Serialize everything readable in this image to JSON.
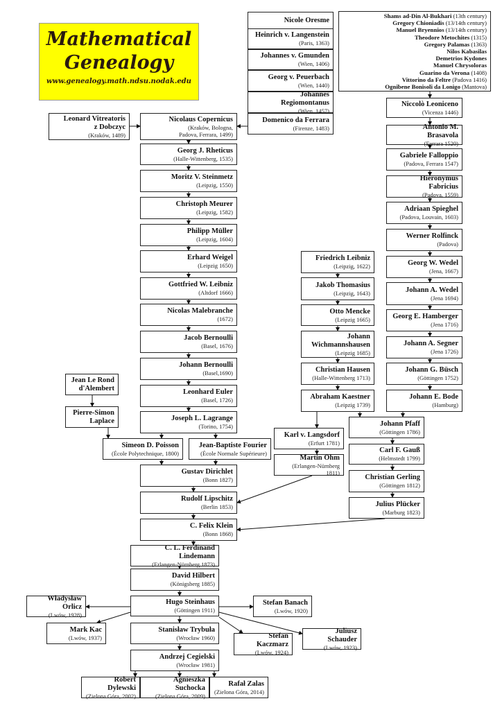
{
  "logo": {
    "line1": "Mathematical",
    "line2": "Genealogy",
    "url": "www.genealogy.math.ndsu.nodak.edu"
  },
  "byzantine": [
    {
      "name": "Shams ad-Din Al-Bukhari",
      "note": "(13th century)"
    },
    {
      "name": "Gregory Chioniadis",
      "note": "(13/14th century)"
    },
    {
      "name": "Manuel Bryennios",
      "note": "(13/14th century)"
    },
    {
      "name": "Theodore Metochites",
      "note": "(1315)"
    },
    {
      "name": "Gregory Palamas",
      "note": "(1363)"
    },
    {
      "name": "Nilos Kabasilas",
      "note": ""
    },
    {
      "name": "Demetrios Kydones",
      "note": ""
    },
    {
      "name": "Manuel Chrysoloras",
      "note": ""
    },
    {
      "name": "Guarino da Verona",
      "note": "(1408)"
    },
    {
      "name": "Vittorino da Feltre",
      "note": "(Padova 1416)"
    },
    {
      "name": "Ognibene Bonisoli da Lonigo",
      "note": "(Mantova)"
    }
  ],
  "nodes": [
    {
      "id": "oresme",
      "name": "Nicole Oresme",
      "detail": ""
    },
    {
      "id": "langenstein",
      "name": "Heinrich v. Langenstein",
      "detail": "(Paris, 1363)"
    },
    {
      "id": "gmunden",
      "name": "Johannes v. Gmunden",
      "detail": "(Wien, 1406)"
    },
    {
      "id": "peuerbach",
      "name": "Georg v. Peuerbach",
      "detail": "(Wien, 1440)"
    },
    {
      "id": "regiomontanus",
      "name": "Johannes  Regiomontanus",
      "detail": "(Wien, 1457)"
    },
    {
      "id": "ferrara",
      "name": "Domenico da Ferrara",
      "detail": "(Firenze,  1483)"
    },
    {
      "id": "leoniceno",
      "name": "Niccolò Leoniceno",
      "detail": "(Vicenza 1446)"
    },
    {
      "id": "brasavola",
      "name": "Antonio M. Brasavola",
      "detail": "(Ferrara 1520)"
    },
    {
      "id": "falloppio",
      "name": "Gabriele Falloppio",
      "detail": "(Padova, Ferrara 1547)"
    },
    {
      "id": "fabricius",
      "name": "Hieronymus  Fabricius",
      "detail": "(Padova, 1559)"
    },
    {
      "id": "spieghel",
      "name": "Adriaan Spieghel",
      "detail": "(Padova, Louvain, 1603)"
    },
    {
      "id": "rolfinck",
      "name": "Werner Rolfinck",
      "detail": "(Padova)"
    },
    {
      "id": "gwedel",
      "name": "Georg W. Wedel",
      "detail": "(Jena, 1667)"
    },
    {
      "id": "jwedel",
      "name": "Johann A. Wedel",
      "detail": "(Jena 1694)"
    },
    {
      "id": "hamberger",
      "name": "Georg E. Hamberger",
      "detail": "(Jena 1716)"
    },
    {
      "id": "segner",
      "name": "Johann A. Segner",
      "detail": "(Jena 1726)"
    },
    {
      "id": "busch",
      "name": "Johann G. Büsch",
      "detail": "(Göttingen 1752)"
    },
    {
      "id": "bode",
      "name": "Johann E. Bode",
      "detail": "(Hamburg)"
    },
    {
      "id": "fleibniz",
      "name": "Friedrich Leibniz",
      "detail": "(Leipzig, 1622)"
    },
    {
      "id": "thomasius",
      "name": "Jakob Thomasius",
      "detail": "(Leipzig, 1643)"
    },
    {
      "id": "mencke",
      "name": "Otto Mencke",
      "detail": "(Leipzig 1665)"
    },
    {
      "id": "wichmannshausen",
      "name": "Johann\nWichmannshausen",
      "detail": "(Leipzig 1685)"
    },
    {
      "id": "hausen",
      "name": "Christian Hausen",
      "detail": "(Halle-Wittenberg 1713)"
    },
    {
      "id": "kaestner",
      "name": "Abraham Kaestner",
      "detail": "(Leipzig 1739)"
    },
    {
      "id": "vitreatoris",
      "name": "Leonard Vitreatoris\nz Dobczyc",
      "detail": "(Kraków, 1489)"
    },
    {
      "id": "copernicus",
      "name": "Nicolaus Copernicus",
      "detail": "(Kraków, Bologna,\nPadova,  Ferrara, 1499)"
    },
    {
      "id": "rheticus",
      "name": "Georg J. Rheticus",
      "detail": "(Halle-Wittenberg, 1535)"
    },
    {
      "id": "steinmetz",
      "name": "Moritz V. Steinmetz",
      "detail": "(Leipzig, 1550)"
    },
    {
      "id": "meurer",
      "name": "Christoph Meurer",
      "detail": "(Leipzig, 1582)"
    },
    {
      "id": "muller",
      "name": "Philipp Müller",
      "detail": "(Leipzig, 1604)"
    },
    {
      "id": "weigel",
      "name": "Erhard Weigel",
      "detail": "(Leipzig 1650)"
    },
    {
      "id": "gleibniz",
      "name": "Gottfried W. Leibniz",
      "detail": "(Altdorf 1666)"
    },
    {
      "id": "malebranche",
      "name": "Nicolas Malebranche",
      "detail": "(1672)"
    },
    {
      "id": "jacobb",
      "name": "Jacob Bernoulli",
      "detail": "(Basel, 1676)"
    },
    {
      "id": "johannb",
      "name": "Johann Bernoulli",
      "detail": "(Basel,1690)"
    },
    {
      "id": "euler",
      "name": "Leonhard Euler",
      "detail": "(Basel, 1726)"
    },
    {
      "id": "lagrange",
      "name": "Joseph L. Lagrange",
      "detail": "(Torino, 1754)"
    },
    {
      "id": "dalembert",
      "name": "Jean Le Rond\nd'Alembert",
      "detail": ""
    },
    {
      "id": "laplace",
      "name": "Pierre-Simon\nLaplace",
      "detail": ""
    },
    {
      "id": "poisson",
      "name": "Simeon D. Poisson",
      "detail": "(École Polytechnique, 1800)"
    },
    {
      "id": "fourier",
      "name": "Jean-Baptiste Fourier",
      "detail": "(École Normale Supérieure)"
    },
    {
      "id": "langsdorf",
      "name": "Karl v. Langsdorf",
      "detail": "(Erfurt 1781)"
    },
    {
      "id": "ohm",
      "name": "Martin Ohm",
      "detail": "(Erlangen-Nürnberg 1811)"
    },
    {
      "id": "pfaff",
      "name": "Johann Pfaff",
      "detail": "(Göttingen 1786)"
    },
    {
      "id": "gauss",
      "name": "Carl F. Gauß",
      "detail": "(Helmstedt 1799)"
    },
    {
      "id": "gerling",
      "name": "Christian Gerling",
      "detail": "(Göttingen 1812)"
    },
    {
      "id": "plucker",
      "name": "Julius Plücker",
      "detail": "(Marburg 1823)"
    },
    {
      "id": "dirichlet",
      "name": "Gustav Dirichlet",
      "detail": "(Bonn 1827)"
    },
    {
      "id": "lipschitz",
      "name": "Rudolf Lipschitz",
      "detail": "(Berlin 1853)"
    },
    {
      "id": "klein",
      "name": "C. Felix Klein",
      "detail": "(Bonn 1868)"
    },
    {
      "id": "lindemann",
      "name": "C. L. Ferdinand Lindemann",
      "detail": "(Erlangen-Nürnberg 1873)"
    },
    {
      "id": "hilbert",
      "name": "David Hilbert",
      "detail": "(Königsberg 1885)"
    },
    {
      "id": "steinhaus",
      "name": "Hugo Steinhaus",
      "detail": "(Göttingen 1911)"
    },
    {
      "id": "orlicz",
      "name": "Władysław Orlicz",
      "detail": "(Lwów, 1928)"
    },
    {
      "id": "banach",
      "name": "Stefan Banach",
      "detail": "(Lwów, 1920)"
    },
    {
      "id": "kac",
      "name": "Mark Kac",
      "detail": "(Lwów, 1937)"
    },
    {
      "id": "trybula",
      "name": "Stanisław Trybuła",
      "detail": "(Wrocław 1960)"
    },
    {
      "id": "kaczmarz",
      "name": "Stefan Kaczmarz",
      "detail": "(Lwów, 1924)"
    },
    {
      "id": "schauder",
      "name": "Juliusz Schauder",
      "detail": "(Lwów, 1923)"
    },
    {
      "id": "cegielski",
      "name": "Andrzej Cegielski",
      "detail": "(Wrocław 1981)"
    },
    {
      "id": "dylewski",
      "name": "Robert Dylewski",
      "detail": "(Zielona Góra, 2002)"
    },
    {
      "id": "suchocka",
      "name": "Agnieszka Suchocka",
      "detail": "(Zielona Góra, 2009)"
    },
    {
      "id": "zalas",
      "name": "Rafał Zalas",
      "detail": "(Zielona Góra, 2014)"
    }
  ]
}
